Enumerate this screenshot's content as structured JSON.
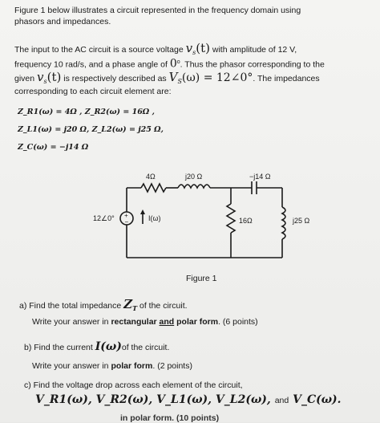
{
  "intro": {
    "line1": "Figure 1 below illustrates a circuit represented in the frequency domain using",
    "line2": "phasors and impedances."
  },
  "para": {
    "l1_a": "The input to the AC circuit is a source voltage",
    "l1_math": "v",
    "l1_sub": "s",
    "l1_b": "(t)",
    "l1_c": "with amplitude of 12 V,",
    "l2_a": "frequency 10 rad/s, and a phase angle of",
    "l2_deg": "0",
    "l2_b": ". Thus the phasor corresponding to the",
    "l3_a": "given",
    "l3_math": "v",
    "l3_sub": "s",
    "l3_b": "(t)",
    "l3_c": "is respectively described as",
    "l3_phasor": "V",
    "l3_phasor_sub": "S",
    "l3_phasor_rest": "(ω) = 12∠0°",
    "l3_d": ". The impedances",
    "l4": "corresponding to each circuit element are:"
  },
  "impedances": {
    "r1": "Z_R1(ω) = 4Ω ,  Z_R2(ω) = 16Ω ,",
    "l": "Z_L1(ω) = j20 Ω,  Z_L2(ω) = j25 Ω,",
    "c": "Z_C(ω) = −j14 Ω"
  },
  "circuit": {
    "r1_label": "4Ω",
    "l1_label": "j20 Ω",
    "c_label": "−j14 Ω",
    "source_label": "12∠0°",
    "current_label": "I(ω)",
    "r2_label": "16Ω",
    "l2_label": "j25 Ω",
    "caption": "Figure 1"
  },
  "questions": {
    "a_prefix": "a) Find the total impedance",
    "a_math": "Z",
    "a_sub": "T",
    "a_suffix": "of the circuit.",
    "a2_prefix": "Write your answer in",
    "a2_bold1": "rectangular",
    "a2_bold2": "and",
    "a2_bold3": "polar form",
    "a2_suffix": ". (6 points)",
    "b_prefix": "b) Find the current",
    "b_math": "I(ω)",
    "b_suffix": "of the circuit.",
    "b2_prefix": "Write your answer in",
    "b2_bold": "polar form",
    "b2_suffix": ". (2 points)",
    "c_line": "c) Find the voltage drop across each element of the circuit,",
    "c_vars": "V_R1(ω), V_R2(ω), V_L1(ω), V_L2(ω),",
    "c_and": "and",
    "c_last": "V_C(ω).",
    "c_bottom": "in polar form. (10 points)"
  }
}
